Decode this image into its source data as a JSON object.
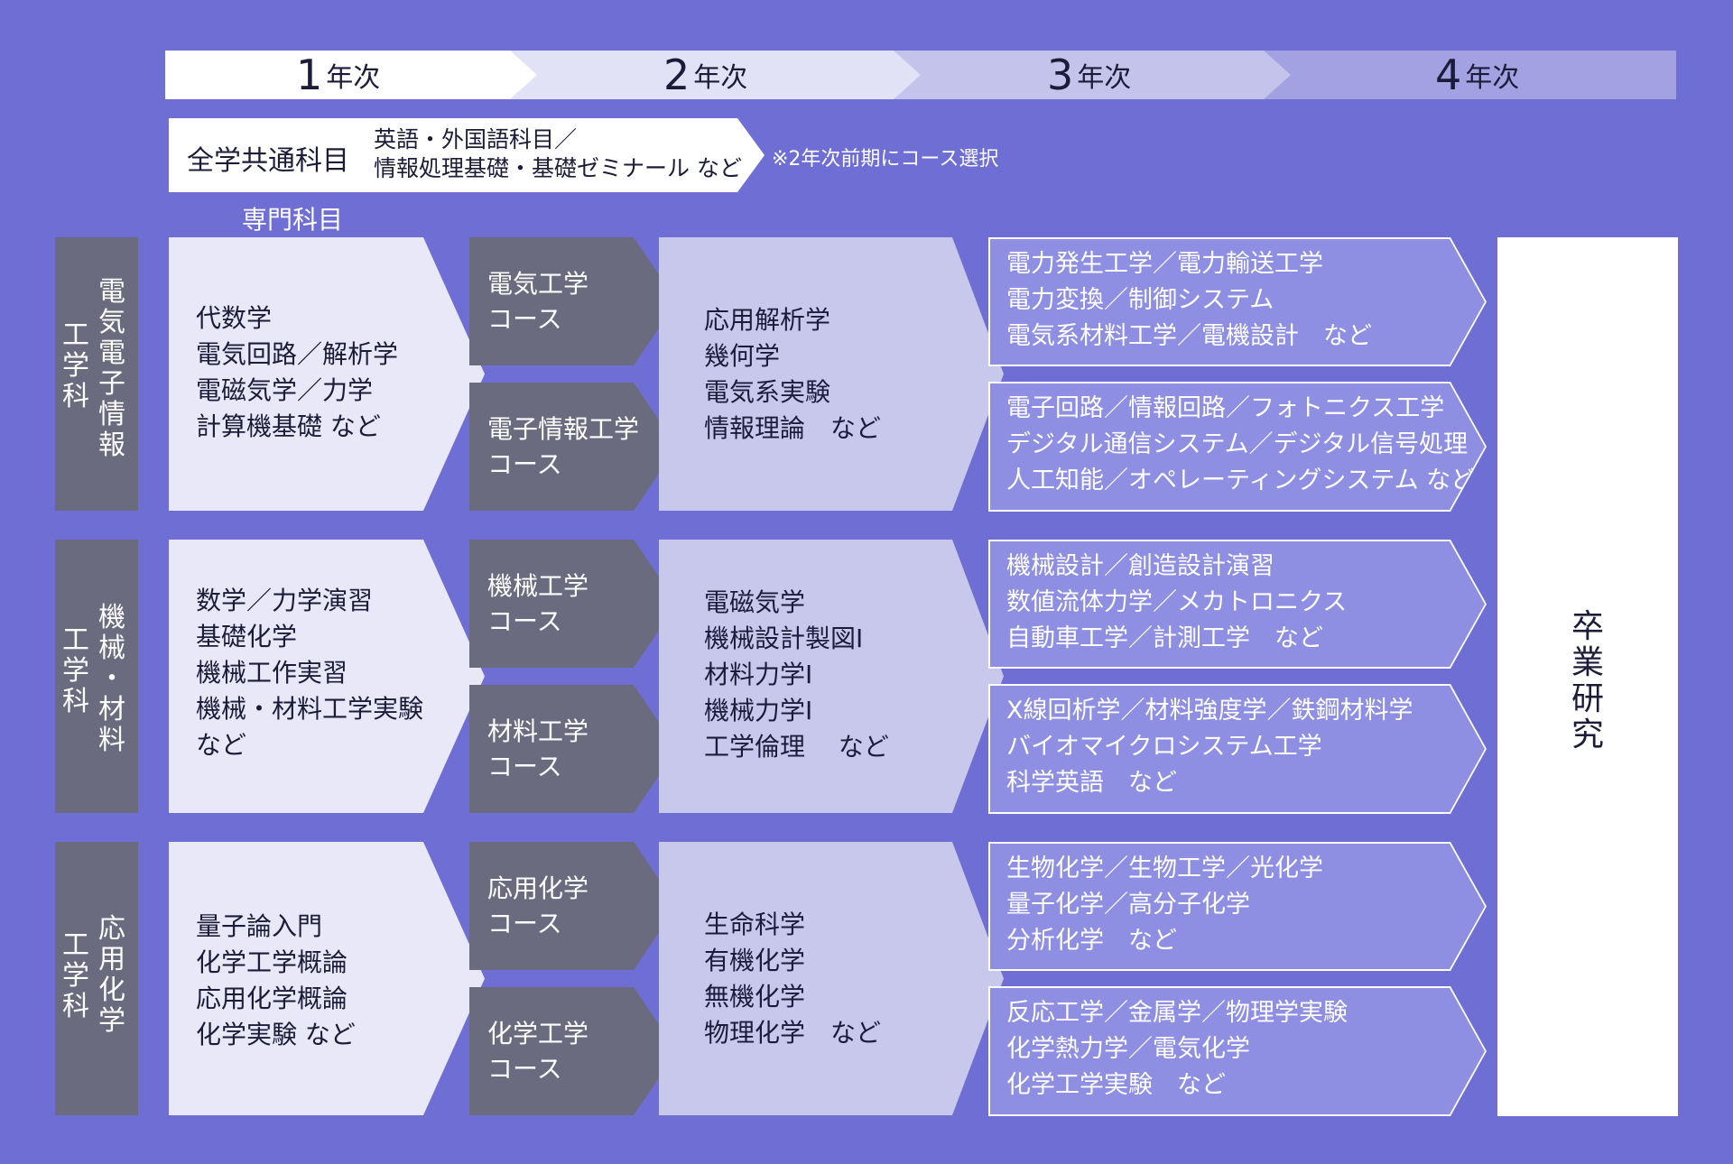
{
  "years": [
    {
      "num": "1",
      "label": "年次"
    },
    {
      "num": "2",
      "label": "年次"
    },
    {
      "num": "3",
      "label": "年次"
    },
    {
      "num": "4",
      "label": "年次"
    }
  ],
  "common": {
    "title": "全学共通科目",
    "line1": "英語・外国語科目／",
    "line2": "情報処理基礎・基礎ゼミナール など",
    "note": "※2年次前期にコース選択"
  },
  "specialized_label": "専門科目",
  "departments": [
    {
      "name_col1": [
        "電",
        "気",
        "電",
        "子",
        "情",
        "報"
      ],
      "name_col2": [
        "工",
        "学",
        "科"
      ],
      "year1": "代数学\n電気回路／解析学\n電磁気学／力学\n計算機基礎 など",
      "course1": "電気工学\nコース",
      "course2": "電子情報工学\nコース",
      "year2": "応用解析学\n幾何学\n電気系実験\n情報理論　など",
      "upper1": "電力発生工学／電力輸送工学\n電力変換／制御システム\n電気系材料工学／電機設計　など",
      "upper2": "電子回路／情報回路／フォトニクス工学\nデジタル通信システム／デジタル信号処理\n人工知能／オペレーティングシステム など"
    },
    {
      "name_col1": [
        "機",
        "械",
        "・",
        "材",
        "料"
      ],
      "name_col2": [
        "工",
        "学",
        "科"
      ],
      "year1": "数学／力学演習\n基礎化学\n機械工作実習\n機械・材料工学実験\nなど",
      "course1": "機械工学\nコース",
      "course2": "材料工学\nコース",
      "year2": "電磁気学\n機械設計製図Ⅰ\n材料力学Ⅰ\n機械力学Ⅰ\n工学倫理　 など",
      "upper1": "機械設計／創造設計演習\n数値流体力学／メカトロニクス\n自動車工学／計測工学　など",
      "upper2": "X線回析学／材料強度学／鉄鋼材料学\nバイオマイクロシステム工学\n科学英語　など"
    },
    {
      "name_col1": [
        "応",
        "用",
        "化",
        "学"
      ],
      "name_col2": [
        "工",
        "学",
        "科"
      ],
      "year1": "量子論入門\n化学工学概論\n応用化学概論\n化学実験 など",
      "course1": "応用化学\nコース",
      "course2": "化学工学\nコース",
      "year2": "生命科学\n有機化学\n無機化学\n物理化学　など",
      "upper1": "生物化学／生物工学／光化学\n量子化学／高分子化学\n分析化学　など",
      "upper2": "反応工学／金属学／物理学実験\n化学熱力学／電気化学\n化学工学実験　など"
    }
  ],
  "graduation": [
    "卒",
    "業",
    "研",
    "究"
  ],
  "colors": {
    "background": "#6e6ed4",
    "year_header": [
      "#ffffff",
      "#e2e2f6",
      "#c3c3ec",
      "#a2a2e2"
    ],
    "department": "#6b6b80",
    "year1_block": "#e8e8f8",
    "year2_block": "#c8c8ec",
    "upper_block": "#8e8ee2"
  }
}
